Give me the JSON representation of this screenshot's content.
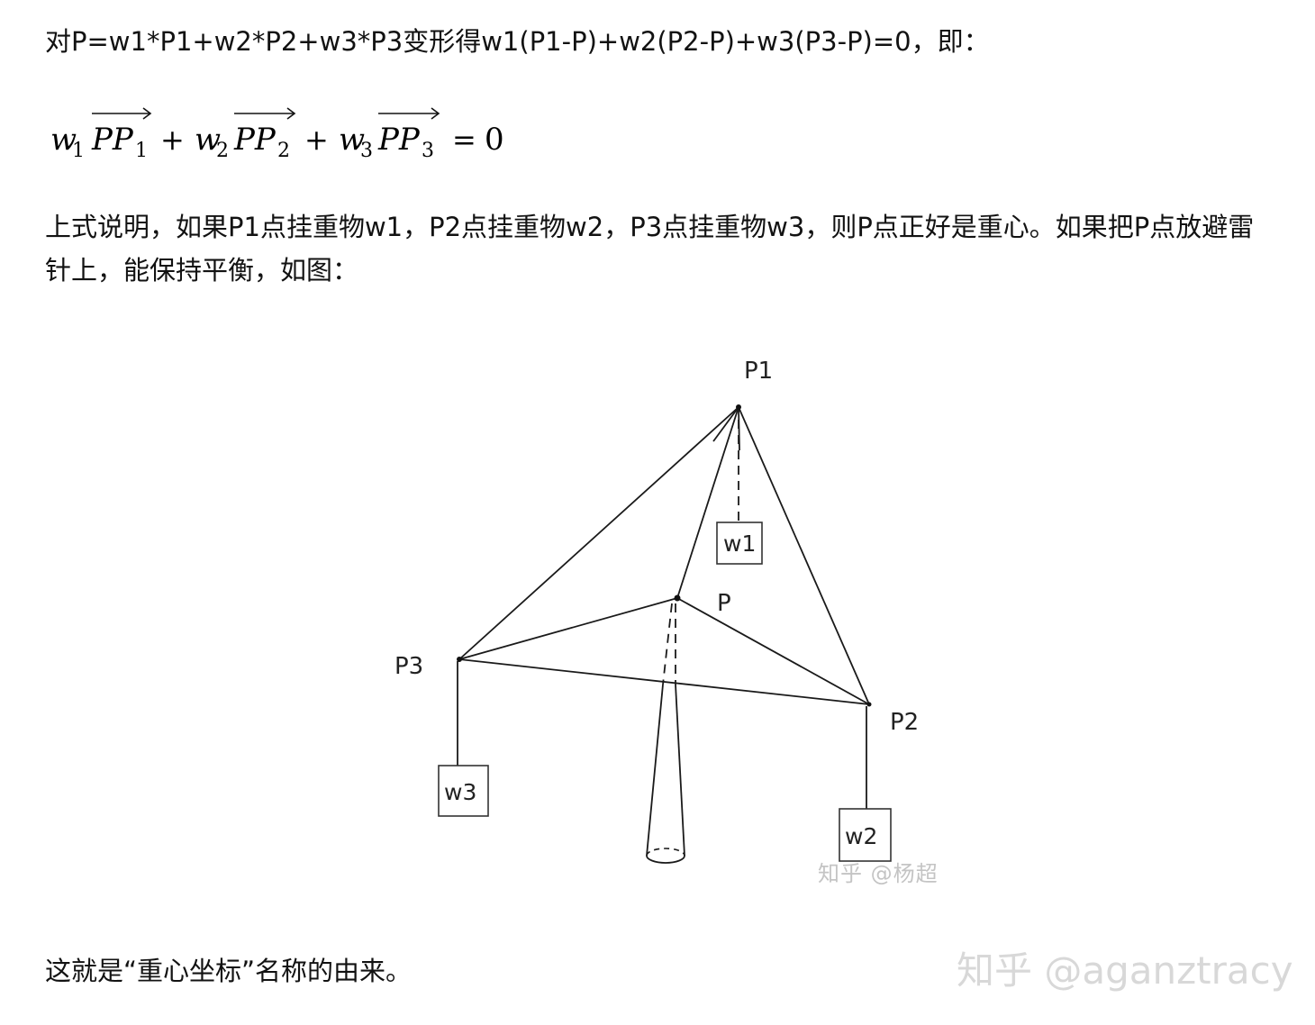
{
  "paragraphs": {
    "p1": "对P=w1*P1+w2*P2+w3*P3变形得w1(P1-P)+w2(P2-P)+w3(P3-P)=0，即：",
    "p2": "上式说明，如果P1点挂重物w1，P2点挂重物w2，P3点挂重物w3，则P点正好是重心。如果把P点放避雷针上，能保持平衡，如图：",
    "p4": "这就是“重心坐标”名称的由来。"
  },
  "formula": {
    "w": "w",
    "sub1": "1",
    "sub2": "2",
    "sub3": "3",
    "pp": "PP",
    "plus": "+",
    "equals": "=",
    "zero": "0"
  },
  "figure": {
    "labels": {
      "p1": "P1",
      "p2": "P2",
      "p3": "P3",
      "p": "P",
      "w1": "w1",
      "w2": "w2",
      "w3": "w3"
    },
    "watermark": "知乎 @杨超"
  },
  "watermark": "知乎 @aganztracy"
}
